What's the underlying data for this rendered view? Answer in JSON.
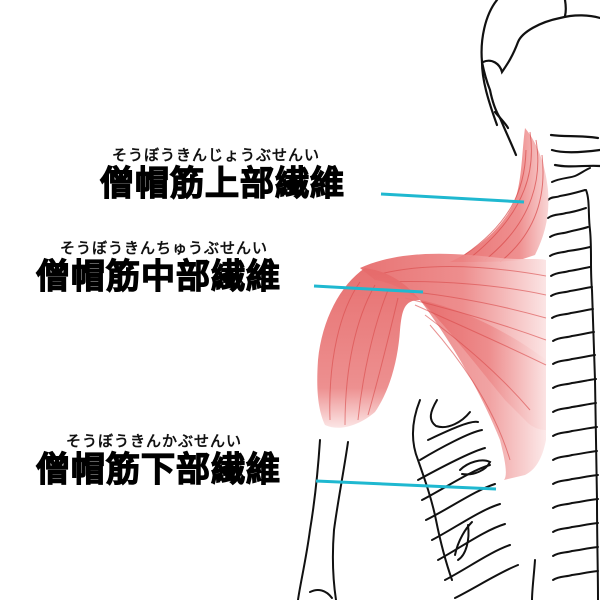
{
  "diagram": {
    "subject": "trapezius-muscle-fibers",
    "colors": {
      "leader_line": "#1fb8d0",
      "muscle": "#e86a6a",
      "muscle_light": "#f6c6c6",
      "fiber_line": "#d94a4a",
      "outline": "#111111",
      "background": "#ffffff"
    },
    "labels": [
      {
        "id": "upper",
        "furigana": "そうぼうきんじょうぶせんい",
        "text": "僧帽筋上部繊維"
      },
      {
        "id": "middle",
        "furigana": "そうぼうきんちゅうぶせんい",
        "text": "僧帽筋中部繊維"
      },
      {
        "id": "lower",
        "furigana": "そうぼうきんかぶせんい",
        "text": "僧帽筋下部繊維"
      }
    ]
  }
}
